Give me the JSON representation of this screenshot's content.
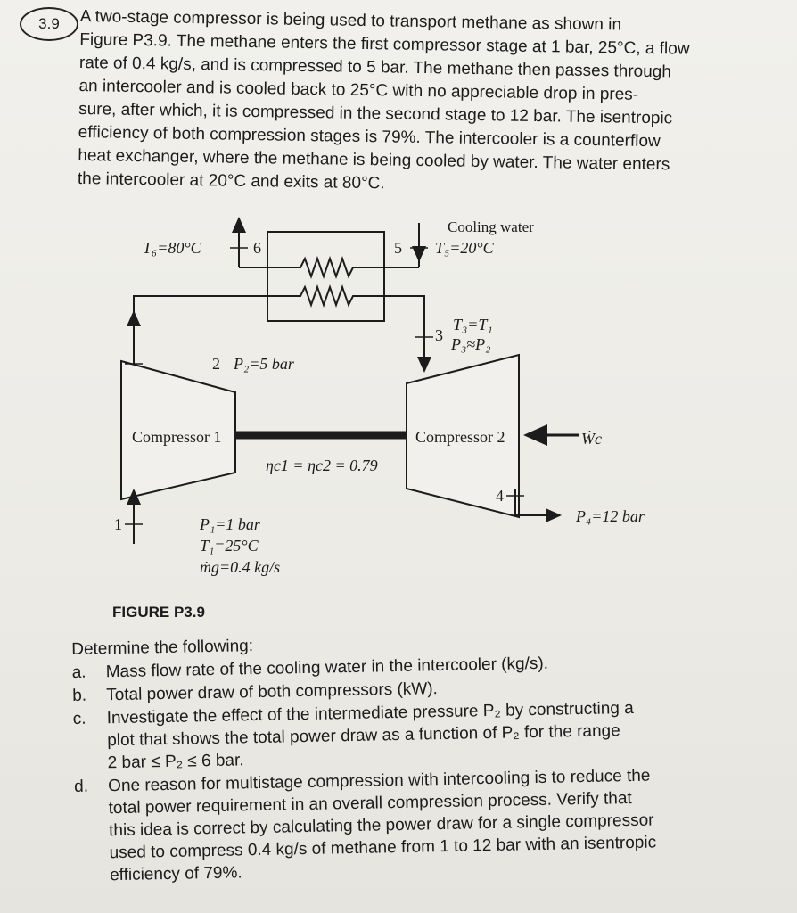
{
  "problem": {
    "number": "3.9",
    "intro_lines": [
      "A two-stage compressor is being used to transport methane as shown in",
      "Figure P3.9. The methane enters the first compressor stage at 1 bar, 25°C, a flow",
      "rate of 0.4 kg/s, and is compressed to 5 bar. The methane then passes through",
      "an intercooler and is cooled back to 25°C with no appreciable drop in pres-",
      "sure, after which, it is compressed in the second stage to 12 bar. The isentropic",
      "efficiency of both compression stages is 79%. The intercooler is a counterflow",
      "heat exchanger, where the methane is being cooled by water. The water enters",
      "the intercooler at 20°C and exits at 80°C."
    ]
  },
  "figure": {
    "cooling_water_label": "Cooling water",
    "state6": "6",
    "T6": "T₆=80°C",
    "state5": "5",
    "T5": "T₅=20°C",
    "state3": "3",
    "T3": "T₃=T₁",
    "P3": "P₃≈P₂",
    "state2": "2",
    "P2": "P₂=5 bar",
    "compressor1_label": "Compressor 1",
    "compressor2_label": "Compressor 2",
    "work_label": "Ẇc",
    "efficiency": "ηc1 = ηc2 = 0.79",
    "state4": "4",
    "P4": "P₄=12 bar",
    "state1": "1",
    "P1": "P₁=1 bar",
    "T1": "T₁=25°C",
    "mass_flow": "ṁg=0.4 kg/s",
    "caption": "FIGURE P3.9"
  },
  "questions": {
    "heading": "Determine the following:",
    "items": [
      {
        "letter": "a.",
        "lines": [
          "Mass flow rate of the cooling water in the intercooler (kg/s)."
        ]
      },
      {
        "letter": "b.",
        "lines": [
          "Total power draw of both compressors (kW)."
        ]
      },
      {
        "letter": "c.",
        "lines": [
          "Investigate the effect of the intermediate pressure P₂ by constructing a",
          "plot that shows the total power draw as a function of P₂ for the range",
          "2 bar ≤ P₂ ≤ 6 bar."
        ]
      },
      {
        "letter": "d.",
        "lines": [
          "One reason for multistage compression with intercooling is to reduce the",
          "total power requirement in an overall compression process. Verify that",
          "this idea is correct by calculating the power draw for a single compressor",
          "used to compress 0.4 kg/s of methane from 1 to 12 bar with an isentropic",
          "efficiency of 79%."
        ]
      }
    ]
  }
}
